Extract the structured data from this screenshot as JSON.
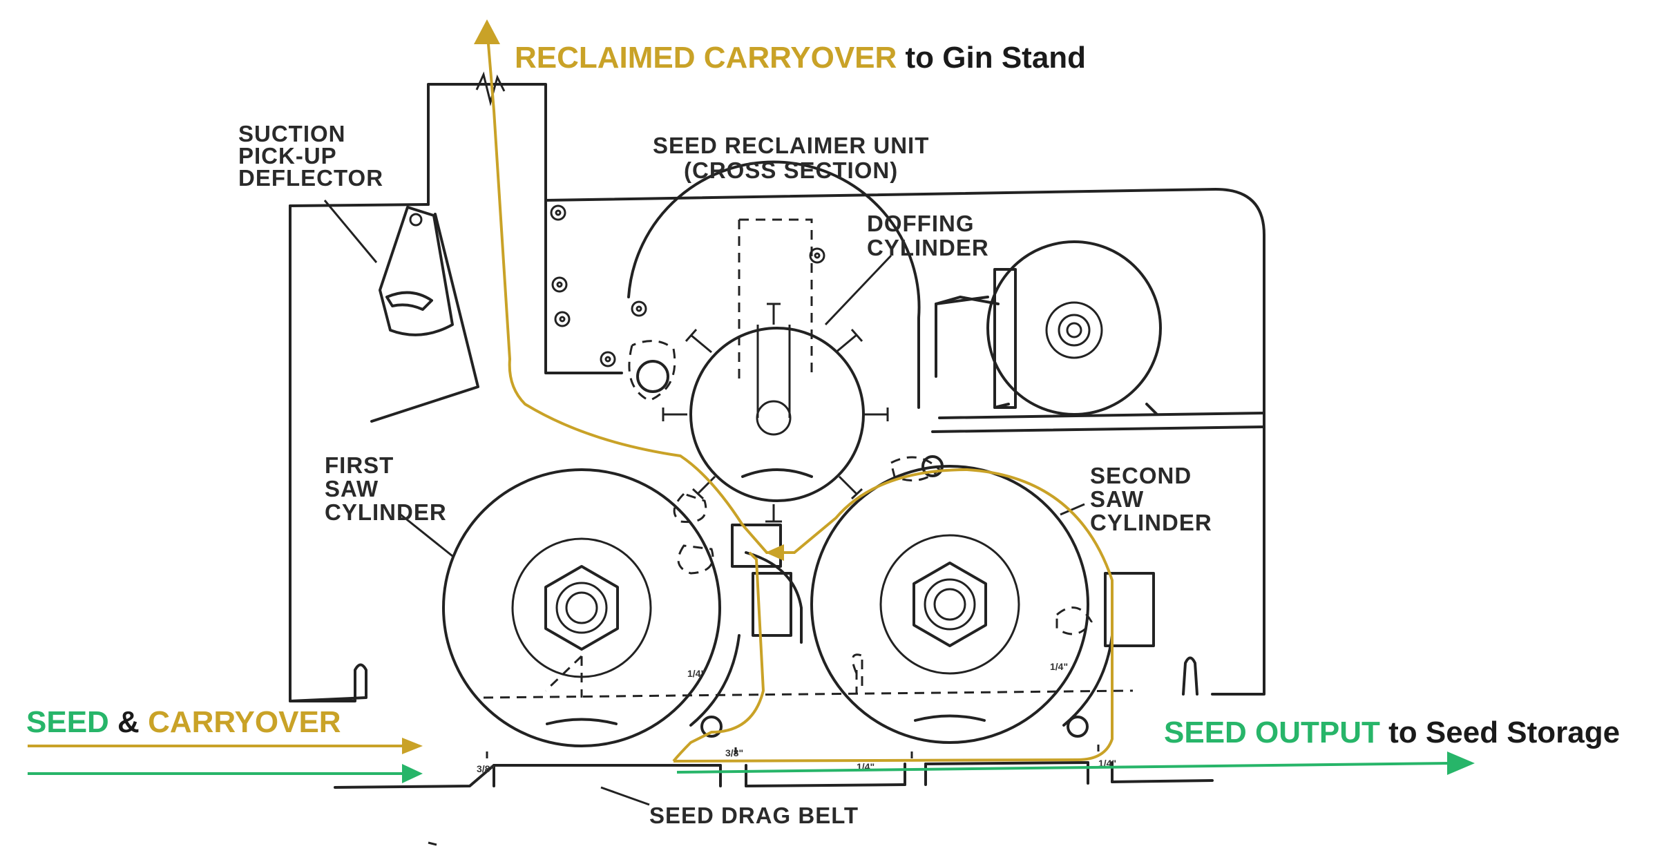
{
  "colors": {
    "reclaimed": "#c9a227",
    "seed": "#27b569",
    "text_dark": "#1a1a1a",
    "line": "#222222"
  },
  "headers": {
    "top_highlight": "RECLAIMED CARRYOVER",
    "top_rest": " to Gin Stand",
    "input_seed": "SEED",
    "input_amp": " & ",
    "input_carry": "CARRYOVER",
    "output_highlight": "SEED OUTPUT",
    "output_rest": " to Seed Storage"
  },
  "labels": {
    "title_line1": "SEED RECLAIMER UNIT",
    "title_line2": "(CROSS SECTION)",
    "suction_1": "SUCTION",
    "suction_2": "PICK-UP",
    "suction_3": "DEFLECTOR",
    "doffing_1": "DOFFING",
    "doffing_2": "CYLINDER",
    "first_1": "FIRST",
    "first_2": "SAW",
    "first_3": "CYLINDER",
    "second_1": "SECOND",
    "second_2": "SAW",
    "second_3": "CYLINDER",
    "belt": "SEED DRAG BELT"
  },
  "dimension_marks": [
    "3/8\"",
    "3/8\"",
    "1/4\"",
    "1/4\"",
    "1/4\"",
    "1/4\""
  ],
  "icons": [
    "arrow-up-icon",
    "arrow-right-icon",
    "hex-nut-icon",
    "motor-icon"
  ]
}
